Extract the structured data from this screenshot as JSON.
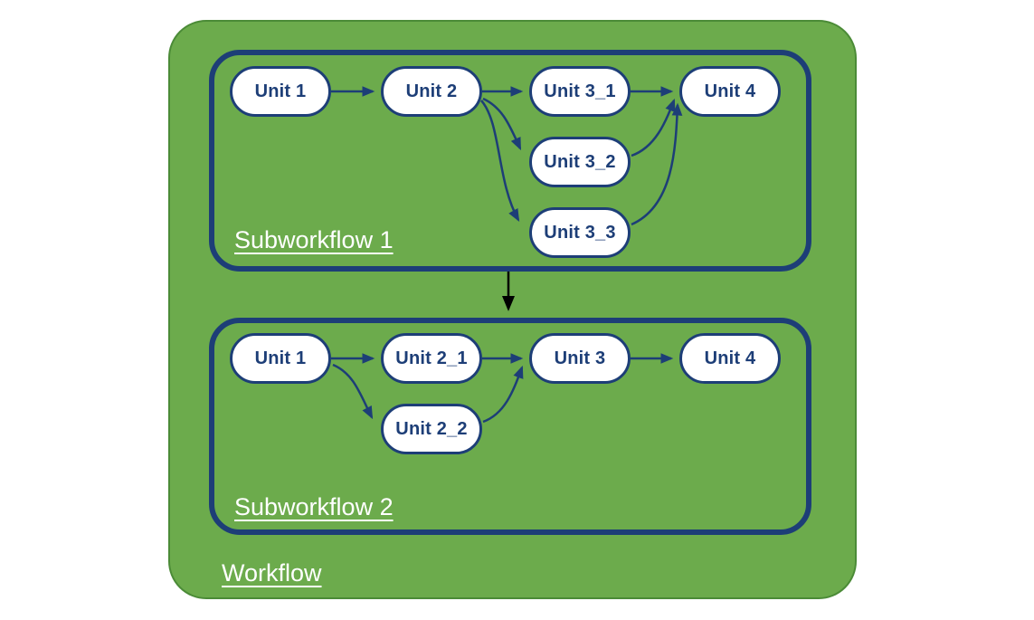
{
  "diagram": {
    "workflow": {
      "label": "Workflow",
      "subworkflows": [
        {
          "label": "Subworkflow 1",
          "nodes": [
            {
              "id": "sw1-unit1",
              "label": "Unit 1"
            },
            {
              "id": "sw1-unit2",
              "label": "Unit 2"
            },
            {
              "id": "sw1-unit3_1",
              "label": "Unit 3_1"
            },
            {
              "id": "sw1-unit3_2",
              "label": "Unit 3_2"
            },
            {
              "id": "sw1-unit3_3",
              "label": "Unit 3_3"
            },
            {
              "id": "sw1-unit4",
              "label": "Unit 4"
            }
          ],
          "edges": [
            {
              "from": "Unit 1",
              "to": "Unit 2"
            },
            {
              "from": "Unit 2",
              "to": "Unit 3_1"
            },
            {
              "from": "Unit 2",
              "to": "Unit 3_2"
            },
            {
              "from": "Unit 2",
              "to": "Unit 3_3"
            },
            {
              "from": "Unit 3_1",
              "to": "Unit 4"
            },
            {
              "from": "Unit 3_2",
              "to": "Unit 4"
            },
            {
              "from": "Unit 3_3",
              "to": "Unit 4"
            }
          ]
        },
        {
          "label": "Subworkflow 2",
          "nodes": [
            {
              "id": "sw2-unit1",
              "label": "Unit 1"
            },
            {
              "id": "sw2-unit2_1",
              "label": "Unit 2_1"
            },
            {
              "id": "sw2-unit2_2",
              "label": "Unit 2_2"
            },
            {
              "id": "sw2-unit3",
              "label": "Unit 3"
            },
            {
              "id": "sw2-unit4",
              "label": "Unit 4"
            }
          ],
          "edges": [
            {
              "from": "Unit 1",
              "to": "Unit 2_1"
            },
            {
              "from": "Unit 1",
              "to": "Unit 2_2"
            },
            {
              "from": "Unit 2_1",
              "to": "Unit 3"
            },
            {
              "from": "Unit 2_2",
              "to": "Unit 3"
            },
            {
              "from": "Unit 3",
              "to": "Unit 4"
            }
          ]
        }
      ],
      "connections": [
        {
          "from": "Subworkflow 1",
          "to": "Subworkflow 2"
        }
      ]
    },
    "colors": {
      "workflow_fill": "#6cab4c",
      "workflow_border": "#4b8b37",
      "navy": "#1d3e77",
      "node_fill": "#ffffff",
      "label_text": "#ffffff",
      "inter_subworkflow_arrow": "#000000"
    }
  }
}
